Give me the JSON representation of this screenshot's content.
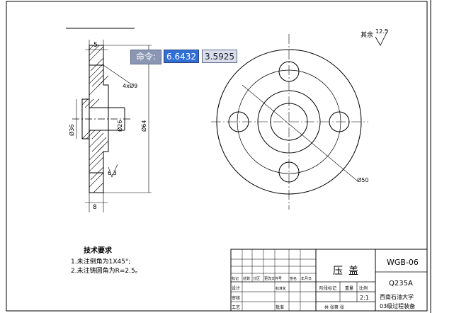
{
  "command_bar": {
    "label": "命令:",
    "x_value": "6.6432",
    "y_value": "3.5925"
  },
  "drawing": {
    "dims": {
      "thickness": "5",
      "holes": "4xØ9",
      "bore_d": "Ø26",
      "boss_d": "Ø36",
      "pcd": "Ø64",
      "outer": "Ø50",
      "base": "8",
      "roughness_left": "6.3",
      "roughness_top": "12.5",
      "roughness_note": "其余"
    },
    "notes": {
      "title": "技术要求",
      "line1": "1.未注倒角为1X45°;",
      "line2": "2.未注铸圆角为R=2.5。"
    },
    "title_block": {
      "part_name": "压盖",
      "drawing_no": "WGB-06",
      "material": "Q235A",
      "scale": "2:1",
      "school_line1": "西南石油大学",
      "school_line2": "03级过程装备",
      "stage_label": "阶段标记",
      "weight_label": "重量",
      "scale_label": "比例",
      "sheets": "共  张第  张",
      "row_labels": [
        "标记",
        "处数",
        "分区",
        "更改文件号",
        "签名",
        "年月日"
      ],
      "design": "设计",
      "check": "审核",
      "process": "工艺",
      "approve": "批准",
      "std": "标准化"
    }
  }
}
